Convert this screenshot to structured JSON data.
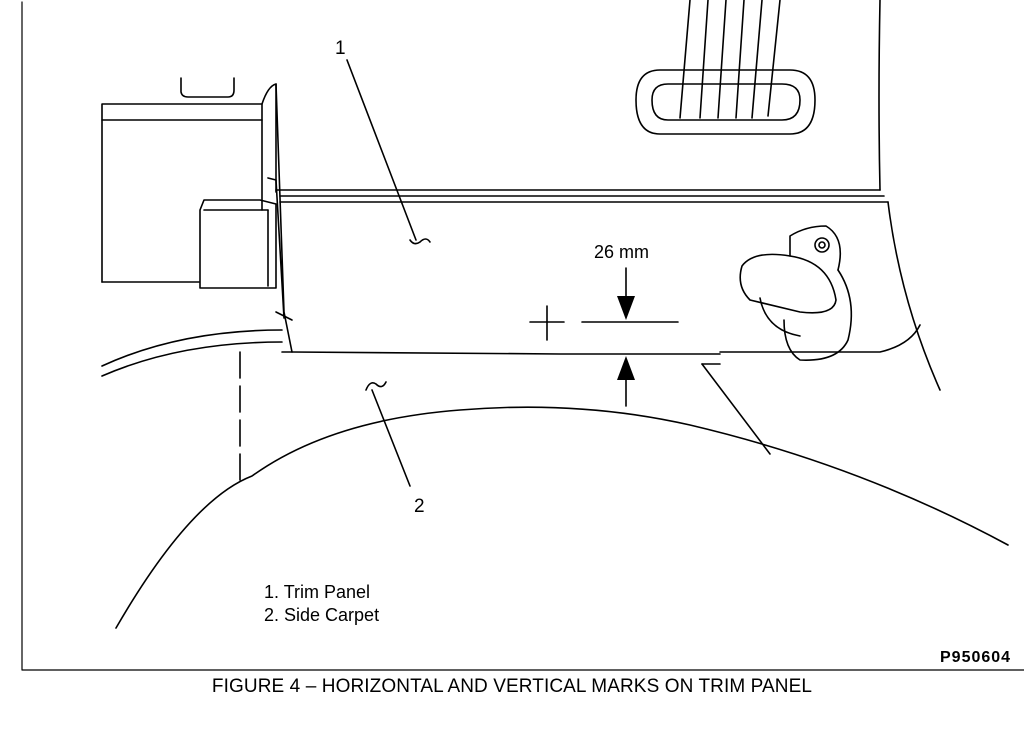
{
  "callouts": {
    "one": "1",
    "two": "2"
  },
  "dimension": "26 mm",
  "legend": {
    "item1": "1. Trim Panel",
    "item2": "2. Side Carpet"
  },
  "code": "P950604",
  "caption": "FIGURE 4 – HORIZONTAL AND VERTICAL MARKS ON TRIM PANEL"
}
